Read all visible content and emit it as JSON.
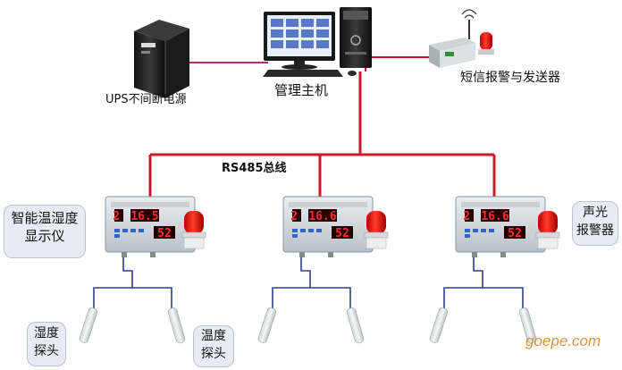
{
  "labels": {
    "ups": "UPS不间断电源",
    "host": "管理主机",
    "sms": "短信报警与发送器",
    "bus": "RS485总线"
  },
  "callouts": {
    "display_line1": "智能温湿度",
    "display_line2": "显示仪",
    "alarm_line1": "声光",
    "alarm_line2": "报警器",
    "humidity_line1": "湿度",
    "humidity_line2": "探头",
    "temperature_line1": "温度",
    "temperature_line2": "探头"
  },
  "controllers": [
    {
      "top_value": "2",
      "main_value": "16.5",
      "bottom_value": "52"
    },
    {
      "top_value": "2",
      "main_value": "16.6",
      "bottom_value": "52"
    },
    {
      "top_value": "2",
      "main_value": "16.6",
      "bottom_value": "52"
    }
  ],
  "watermark": "goepe.com",
  "colors": {
    "bus_line": "#cc1a2a",
    "power_line": "#b0307a",
    "probe_wire": "#2b3f8f",
    "callout_bg": "#e7ecf4",
    "led_red": "#ff2a2a"
  }
}
